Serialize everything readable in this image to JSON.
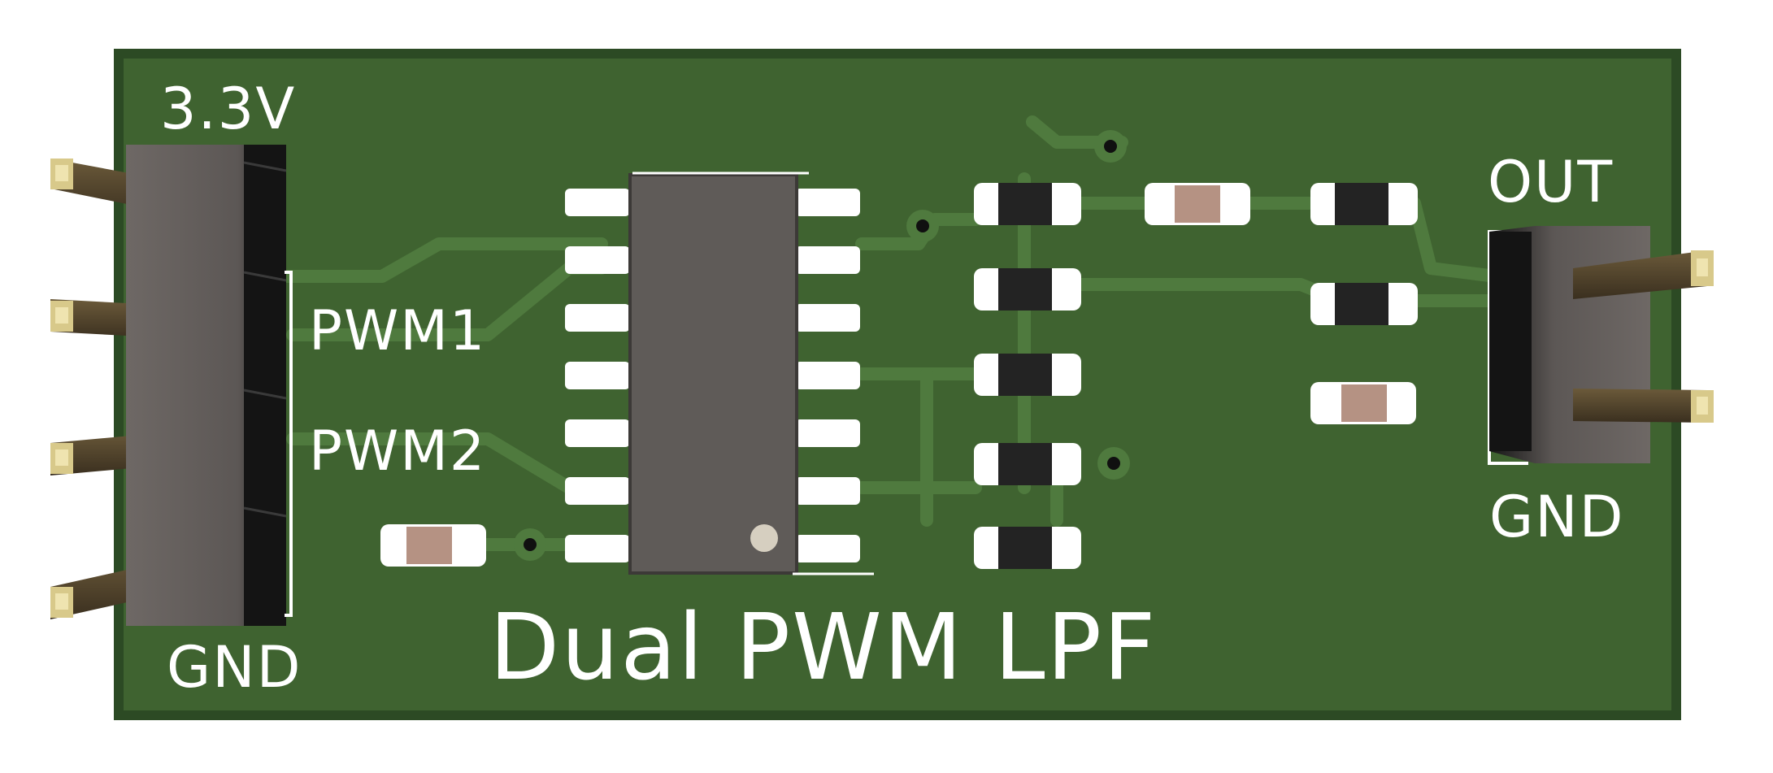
{
  "labels": {
    "vcc": "3.3V",
    "pwm1": "PWM1",
    "pwm2": "PWM2",
    "gnd_left": "GND",
    "out": "OUT",
    "gnd_right": "GND",
    "title": "Dual PWM LPF"
  },
  "colors": {
    "board": "#3f6330",
    "board_edge": "#2c4a24",
    "trace": "#4f7a3e",
    "silkscreen": "#ffffff",
    "ic_body": "#5f5b58",
    "pin_gold": "#d8c98a",
    "resistor_body": "#2a2a2a",
    "capacitor_body": "#b59283"
  }
}
